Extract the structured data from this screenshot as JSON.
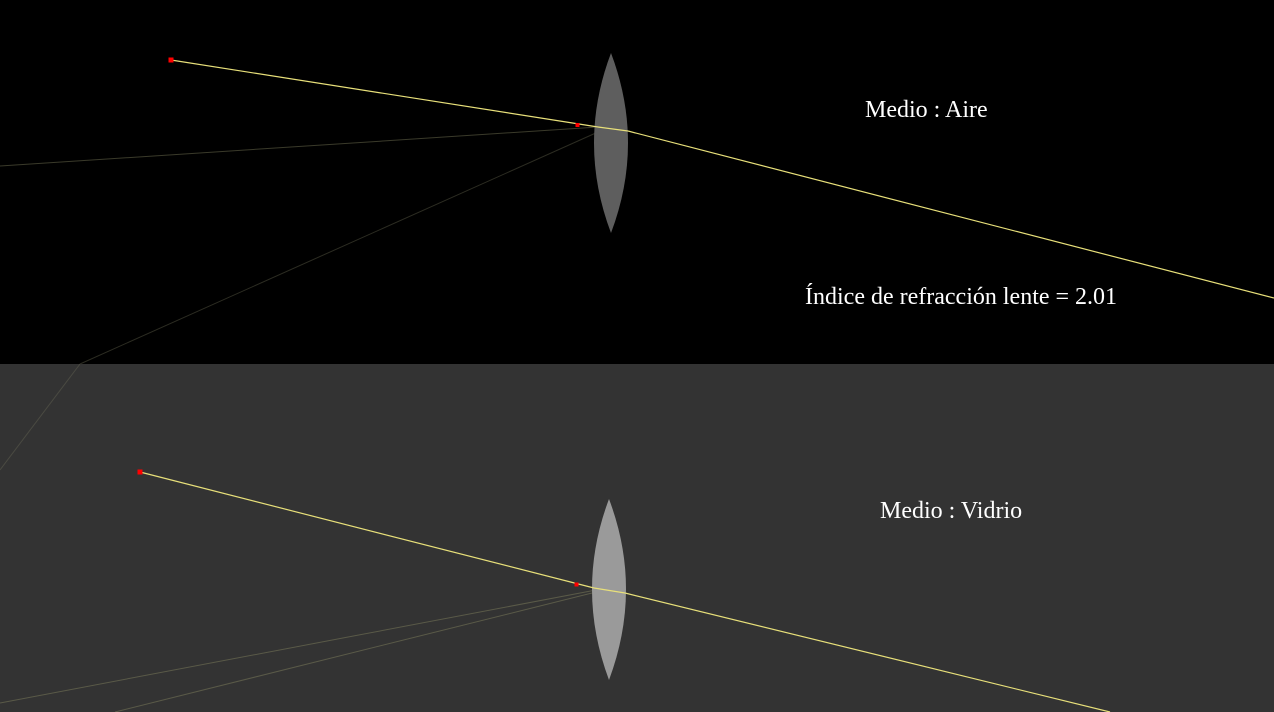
{
  "top_panel": {
    "medium_label": "Medio : Aire",
    "index_label": "Índice de refracción lente = 2.01",
    "background": "#000000",
    "lens_color": "#5e5e5e"
  },
  "bottom_panel": {
    "medium_label": "Medio : Vidrio",
    "background": "#333333",
    "lens_color": "#9a9a9a"
  },
  "ray_color": "#e8e07a",
  "point_color": "#ff0000"
}
